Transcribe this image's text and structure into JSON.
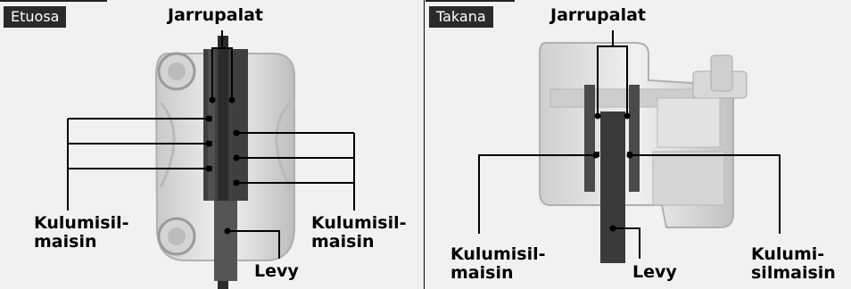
{
  "front": {
    "tag": "Etuosa",
    "pads_label": "Jarrupalat",
    "indicator_left": "Kulumisil-\nmaisin",
    "indicator_right": "Kulumisil-\nmaisin",
    "disc_label": "Levy"
  },
  "rear": {
    "tag": "Takana",
    "pads_label": "Jarrupalat",
    "indicator_left": "Kulumisil-\nmaisin",
    "disc_label": "Levy",
    "indicator_right": "Kulumi-\nsilmaisin"
  },
  "colors": {
    "tag_bg": "#2a2a2a",
    "panel_bg": "#f1f1f1",
    "line": "#000000"
  }
}
